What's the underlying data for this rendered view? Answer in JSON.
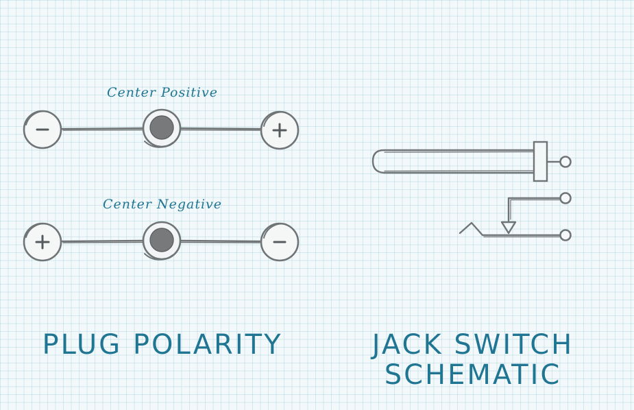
{
  "labels": {
    "center_positive": "Center Positive",
    "center_negative": "Center Negative",
    "plug_polarity": "PLUG POLARITY",
    "jack_switch_line1": "JACK SWITCH",
    "jack_switch_line2": "SCHEMATIC"
  },
  "symbols": {
    "minus": "−",
    "plus": "+"
  },
  "colors": {
    "heading": "#1f7592",
    "ink": "#6f7476",
    "center_fill": "#77797b"
  }
}
